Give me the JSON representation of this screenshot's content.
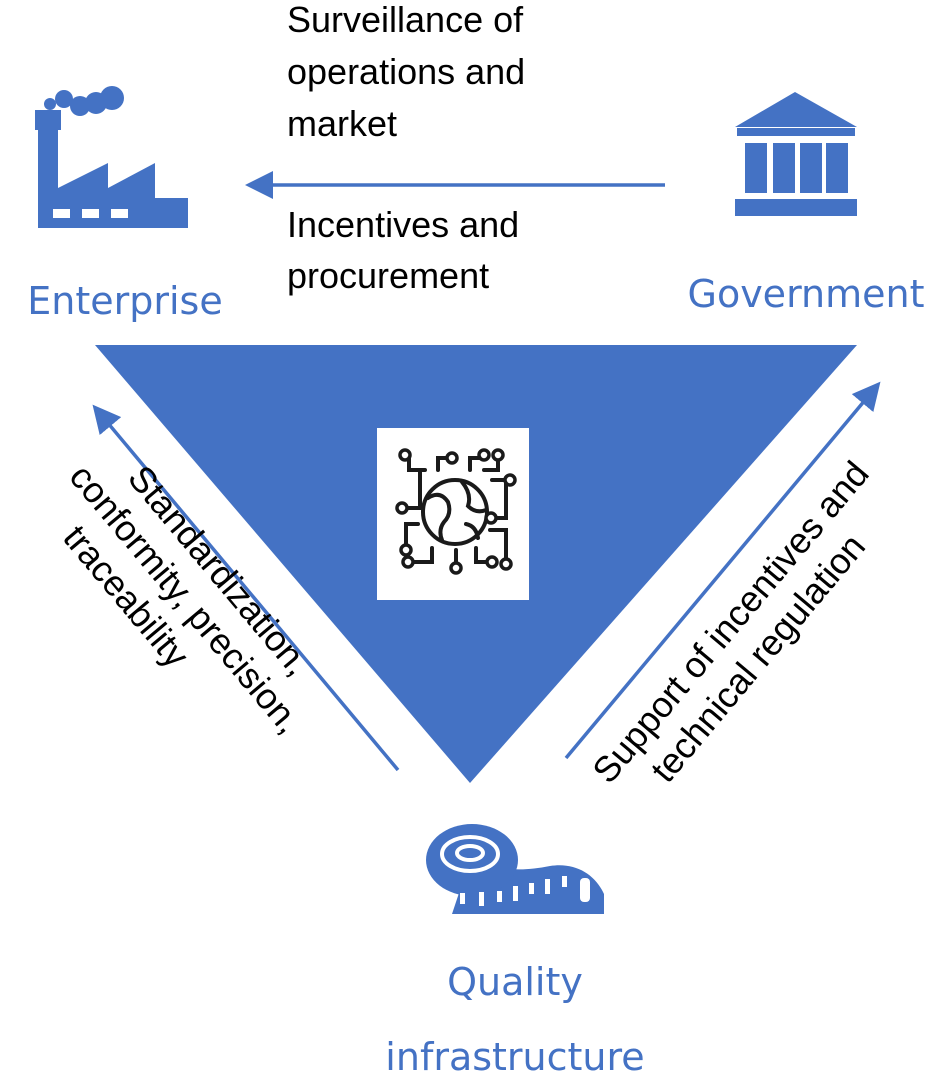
{
  "colors": {
    "accent": "#4472c4",
    "text": "#000000",
    "background": "#ffffff"
  },
  "nodes": {
    "enterprise": {
      "label": "Enterprise",
      "icon": "factory-icon"
    },
    "government": {
      "label": "Government",
      "icon": "government-building-icon"
    },
    "quality": {
      "label_line1": "Quality",
      "label_line2": "infrastructure",
      "icon": "measuring-tape-icon"
    }
  },
  "center": {
    "icon": "digital-globe-icon"
  },
  "flows": {
    "top": {
      "above_lines": [
        "Surveillance of",
        "operations and",
        "market"
      ],
      "below_lines": [
        "Incentives and",
        "procurement"
      ]
    },
    "left": {
      "lines": [
        "Standardization,",
        "conformity,  precision,",
        "traceability"
      ]
    },
    "right": {
      "lines": [
        "Support of incentives and",
        "technical regulation"
      ]
    }
  }
}
